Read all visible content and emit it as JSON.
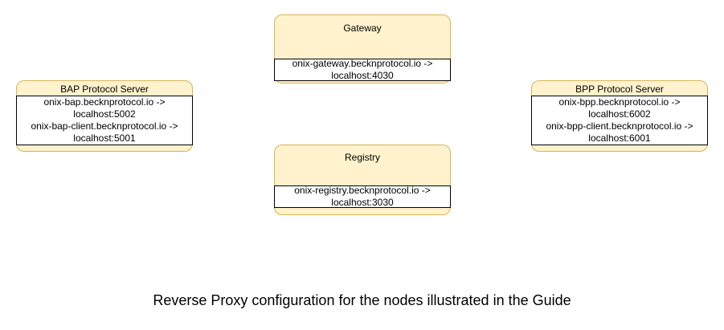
{
  "diagram": {
    "caption": "Reverse Proxy configuration for the nodes illustrated in the Guide",
    "nodes": [
      {
        "id": "gateway",
        "title": "Gateway",
        "lines": [
          "onix-gateway.becknprotocol.io ->",
          "localhost:4030"
        ]
      },
      {
        "id": "bap-protocol-server",
        "title": "BAP Protocol Server",
        "lines": [
          "onix-bap.becknprotocol.io ->",
          "localhost:5002",
          "onix-bap-client.becknprotocol.io ->",
          "localhost:5001"
        ]
      },
      {
        "id": "bpp-protocol-server",
        "title": "BPP Protocol Server",
        "lines": [
          "onix-bpp.becknprotocol.io ->",
          "localhost:6002",
          "onix-bpp-client.becknprotocol.io ->",
          "localhost:6001"
        ]
      },
      {
        "id": "registry",
        "title": "Registry",
        "lines": [
          "onix-registry.becknprotocol.io ->",
          "localhost:3030"
        ]
      }
    ]
  },
  "colors": {
    "node_fill": "#FFF2CC",
    "node_border": "#D6B656",
    "mapping_fill": "#FFFFFF",
    "mapping_border": "#000000",
    "text": "#000000",
    "background": "#FFFFFF"
  }
}
